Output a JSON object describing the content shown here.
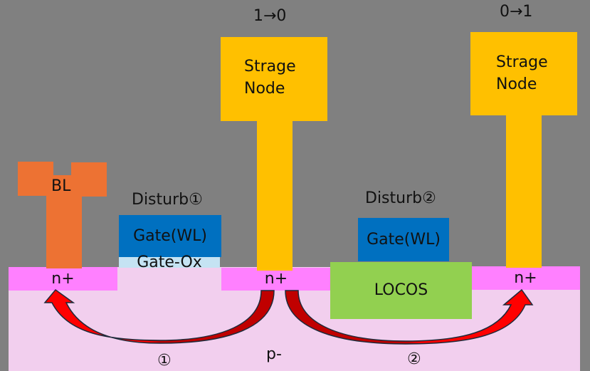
{
  "colors": {
    "background": "#808080",
    "substrate": "#f2cfee",
    "n_plus": "#ff80ff",
    "storage_node": "#ffc000",
    "bit_line": "#ed7233",
    "gate": "#0070c0",
    "gate_oxide": "#c5e3f3",
    "locos": "#92d050",
    "arrow": "#ff0000",
    "arrow_dark": "#c00000",
    "arrow_outline": "#1f2a3a"
  },
  "storage_nodes": [
    {
      "label_line1": "Strage",
      "label_line2": "Node",
      "transition": "1→0"
    },
    {
      "label_line1": "Strage",
      "label_line2": "Node",
      "transition": "0→1"
    }
  ],
  "bit_line": {
    "label": "BL"
  },
  "gates": [
    {
      "label": "Gate(WL)",
      "disturb": "Disturb①"
    },
    {
      "label": "Gate(WL)",
      "disturb": "Disturb②"
    }
  ],
  "gate_oxide": {
    "label": "Gate-Ox"
  },
  "locos": {
    "label": "LOCOS"
  },
  "n_plus_regions": [
    {
      "label": "n+"
    },
    {
      "label": "n+"
    },
    {
      "label": "n+"
    }
  ],
  "substrate": {
    "label": "p-"
  },
  "arrows": [
    {
      "label": "①",
      "from": "center n+",
      "to": "BL n+"
    },
    {
      "label": "②",
      "from": "center n+",
      "to": "right storage node n+"
    }
  ]
}
